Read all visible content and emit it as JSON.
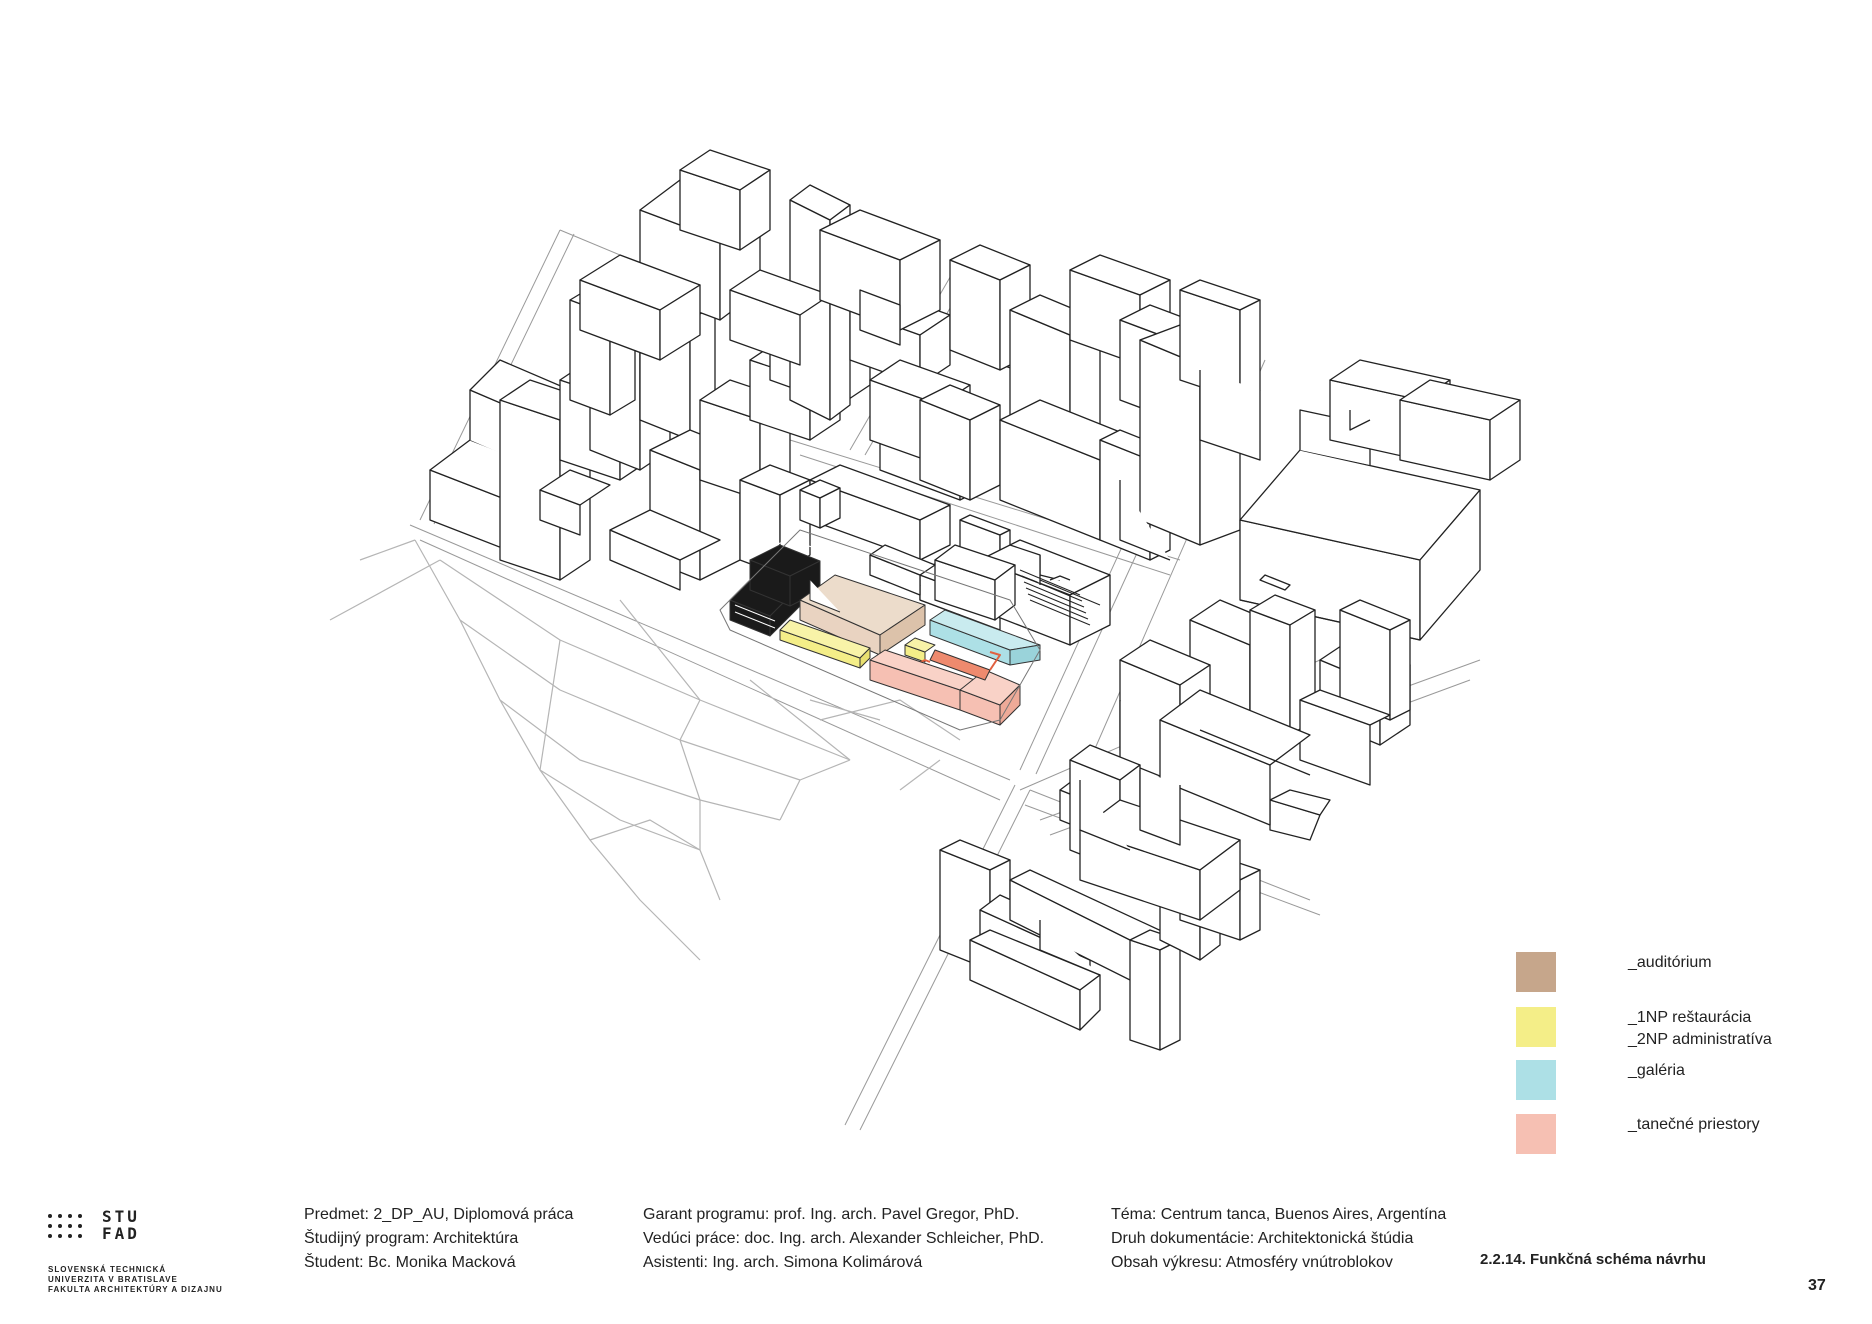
{
  "legend": {
    "items": [
      {
        "lines": [
          "_auditórium"
        ],
        "color": "#c6a68b"
      },
      {
        "lines": [
          "_1NP reštaurácia",
          "_2NP administratíva"
        ],
        "color": "#f4ee88"
      },
      {
        "lines": [
          "_galéria"
        ],
        "color": "#ade0e6"
      },
      {
        "lines": [
          "_tanečné priestory"
        ],
        "color": "#f6c0b3"
      }
    ]
  },
  "footer": {
    "logo": {
      "mark_top": "STU",
      "mark_bottom": "FAD",
      "line1": "SLOVENSKÁ TECHNICKÁ",
      "line2": "UNIVERZITA V BRATISLAVE",
      "line3": "FAKULTA ARCHITEKTÚRY A DIZAJNU"
    },
    "col1": [
      "Predmet: 2_DP_AU, Diplomová práca",
      "Študijný program: Architektúra",
      "Študent: Bc. Monika Macková"
    ],
    "col2": [
      "Garant programu: prof. Ing. arch. Pavel Gregor, PhD.",
      "Vedúci práce: doc. Ing. arch. Alexander Schleicher, PhD.",
      "Asistenti: Ing. arch. Simona Kolimárová"
    ],
    "col3": [
      "Téma: Centrum tanca, Buenos Aires, Argentína",
      "Druh dokumentácie: Architektonická štúdia",
      "Obsah výkresu: Atmosféry vnútroblokov"
    ],
    "sheet_title": "2.2.14. Funkčná schéma návrhu",
    "page_number": "37"
  },
  "colors": {
    "auditorium": "#c6a68b",
    "restaurant_admin": "#f4ee88",
    "gallery": "#ade0e6",
    "dance": "#f6c0b3",
    "dance_accent": "#ee8a6e",
    "existing_black": "#1a1a1a",
    "line": "#222222"
  }
}
